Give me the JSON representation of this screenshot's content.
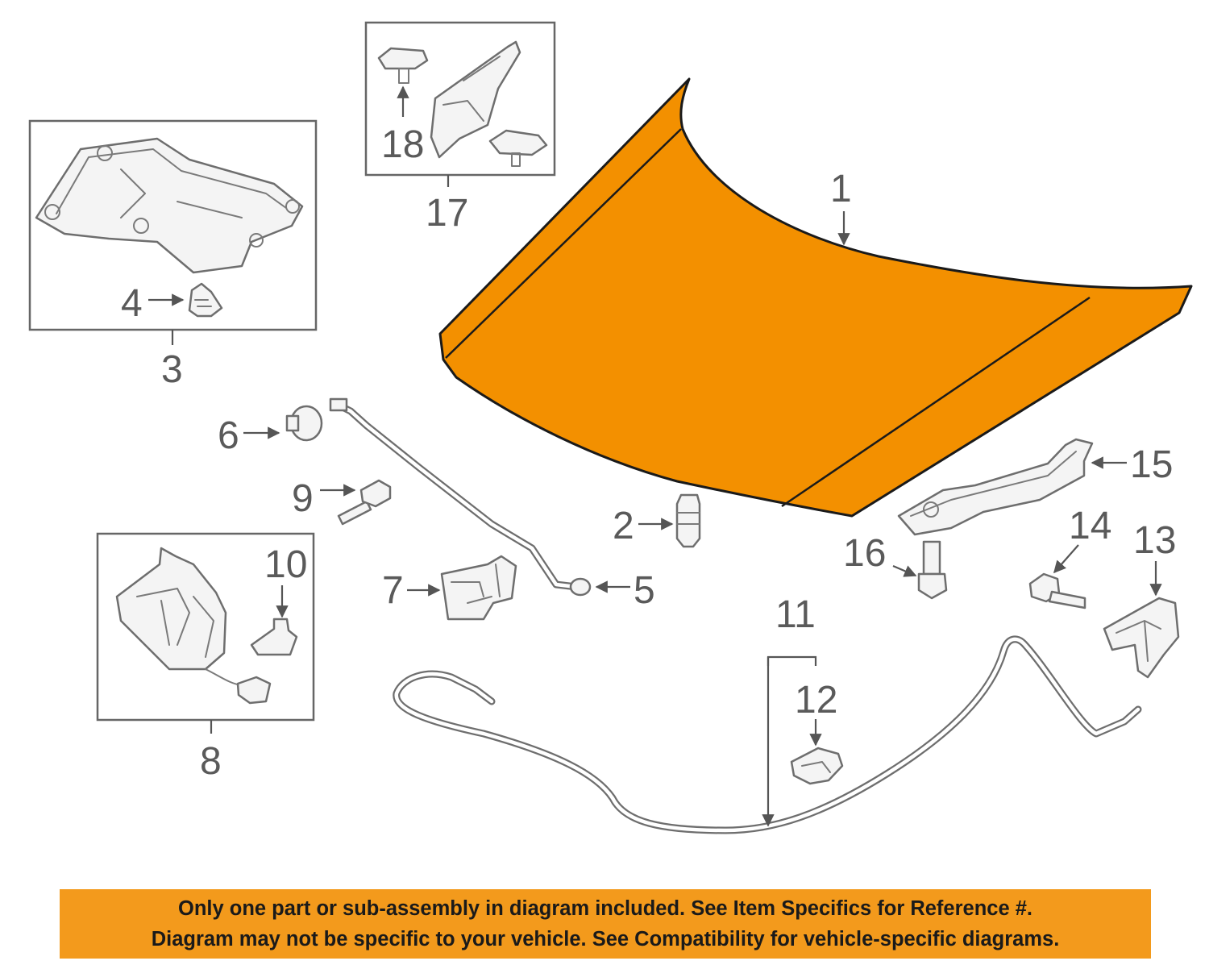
{
  "colors": {
    "highlight": "#f39000",
    "banner_background": "#f39a1c",
    "line": "#555555"
  },
  "diagram": {
    "callouts": {
      "c1": "1",
      "c2": "2",
      "c3": "3",
      "c4": "4",
      "c5": "5",
      "c6": "6",
      "c7": "7",
      "c8": "8",
      "c9": "9",
      "c10": "10",
      "c11": "11",
      "c12": "12",
      "c13": "13",
      "c14": "14",
      "c15": "15",
      "c16": "16",
      "c17": "17",
      "c18": "18"
    },
    "highlighted_part": "1"
  },
  "notice": {
    "line1": "Only one part or sub-assembly in diagram included. See Item Specifics for Reference #.",
    "line2": "Diagram may not be specific to your vehicle. See Compatibility for vehicle-specific diagrams."
  }
}
